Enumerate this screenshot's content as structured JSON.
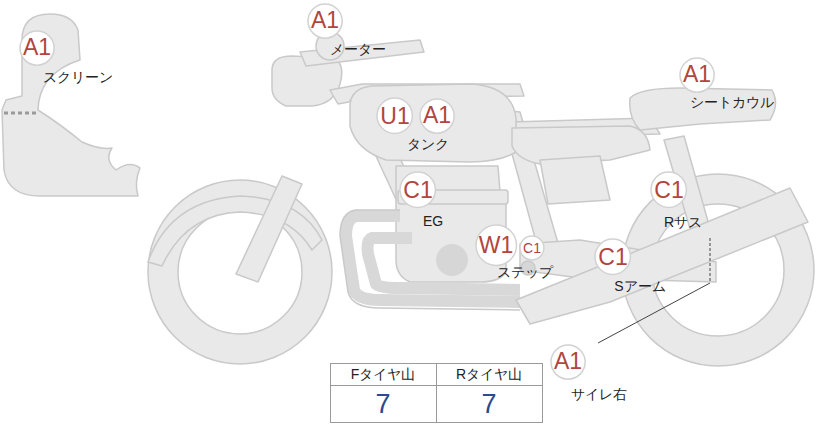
{
  "diagram": {
    "nodes": [
      {
        "text": [
          "A1"
        ]
      },
      {
        "text": [
          "A1"
        ]
      },
      {
        "text": [
          "U1"
        ]
      },
      {
        "text": [
          "A1"
        ]
      },
      {
        "text": [
          "A1"
        ]
      },
      {
        "text": [
          "C1"
        ]
      },
      {
        "text": [
          "C1"
        ]
      },
      {
        "text": [
          "W1"
        ]
      },
      {
        "text": [
          "C1"
        ]
      },
      {
        "text": [
          "C1"
        ]
      },
      {
        "text": [
          "A1"
        ]
      }
    ],
    "labels": [
      "スクリーン",
      "メーター",
      "タンク",
      "シートカウル",
      "EG",
      "Rサス",
      "ステップ",
      "Sアーム",
      "サイレ右",
      "Fタイヤ山",
      "Rタイヤ山",
      "7",
      "7"
    ]
  }
}
